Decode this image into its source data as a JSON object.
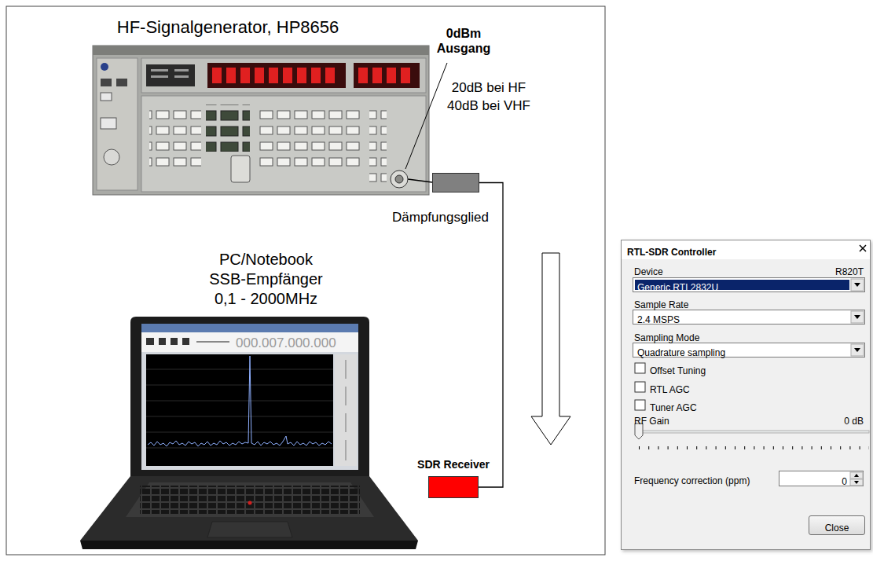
{
  "diagram": {
    "nodes": [
      {
        "text": [
          "Dämpfungsglied"
        ]
      },
      {
        "text": [
          "SDR Receiver"
        ]
      },
      {
        "text": [
          "RTL-SDR Controller",
          "Device",
          "R820T",
          "Sample Rate",
          "Sampling Mode",
          "Offset Tuning",
          "RTL AGC",
          "Tuner AGC",
          "RF Gain",
          "0 dB",
          "Frequency correction (ppm)"
        ]
      },
      {
        "text": [
          "Generic RTL2832U"
        ],
        "in": 2
      },
      {
        "text": [
          "2.4 MSPS"
        ],
        "in": 2
      },
      {
        "text": [
          "Quadrature sampling"
        ],
        "in": 2
      },
      {
        "text": [
          "0"
        ],
        "in": 2
      },
      {
        "text": [
          "Close"
        ],
        "in": 2
      }
    ],
    "edges": [
      {
        "from": 0,
        "to": 1,
        "arrow": "none"
      }
    ],
    "labels": [
      "HF-Signalgenerator, HP8656",
      "0dBm Ausgang",
      "20dB bei HF 40dB bei VHF",
      "PC/Notebook SSB-Empfänger 0,1 - 2000MHz",
      "000.007.000.000"
    ]
  }
}
